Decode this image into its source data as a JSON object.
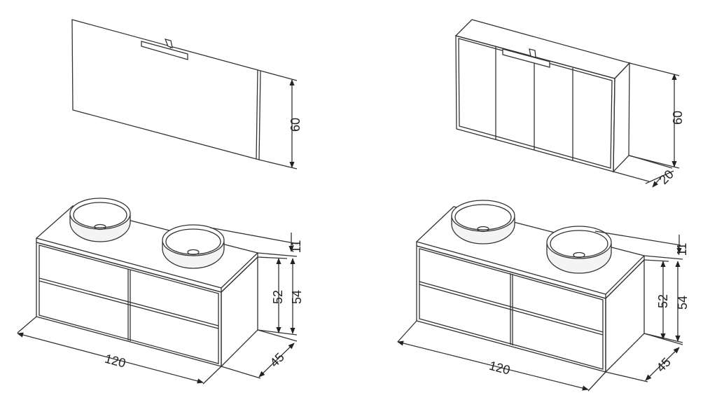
{
  "diagram": {
    "line_color": "#333333",
    "sink_fill": "#f4f4f4",
    "left_top": {
      "height_label": "60"
    },
    "right_top": {
      "height_label": "60",
      "depth_label": "20"
    },
    "left_bottom": {
      "width_label": "120",
      "depth_label": "45",
      "top_thickness_label": "11",
      "drawer_height_label": "52",
      "body_height_label": "54"
    },
    "right_bottom": {
      "width_label": "120",
      "depth_label": "45",
      "top_thickness_label": "11",
      "drawer_height_label": "52",
      "body_height_label": "54"
    }
  }
}
